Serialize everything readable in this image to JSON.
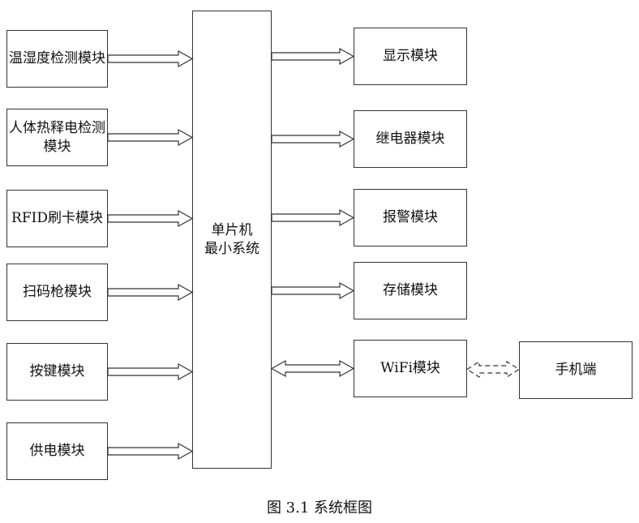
{
  "left_modules": [
    {
      "label": "温湿度检测模块"
    },
    {
      "label": "人体热释电检测\n模块"
    },
    {
      "label": "RFID刷卡模块"
    },
    {
      "label": "扫码枪模块"
    },
    {
      "label": "按键模块"
    },
    {
      "label": "供电模块"
    }
  ],
  "center": {
    "label": "单片机\n最小系统"
  },
  "right_modules": [
    {
      "label": "显示模块"
    },
    {
      "label": "继电器模块"
    },
    {
      "label": "报警模块"
    },
    {
      "label": "存储模块"
    },
    {
      "label": "WiFi模块"
    }
  ],
  "phone": {
    "label": "手机端"
  },
  "caption": "图 3.1  系统框图"
}
